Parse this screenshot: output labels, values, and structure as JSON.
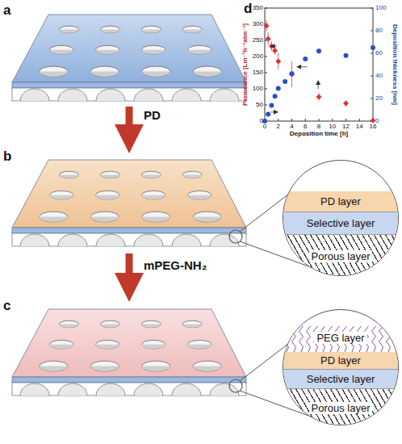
{
  "diagram": {
    "nodes": [
      {
        "text": [
          "PD layer"
        ]
      },
      {
        "text": [
          "Selective layer"
        ]
      },
      {
        "text": [
          "Porous layer"
        ]
      },
      {
        "text": [
          "PEG layer"
        ]
      },
      {
        "text": [
          "PD layer"
        ]
      },
      {
        "text": [
          "Selective layer"
        ]
      },
      {
        "text": [
          "Porous layer"
        ]
      }
    ],
    "labels": [
      "a",
      "d",
      "0",
      "50",
      "100",
      "150",
      "200",
      "250",
      "300",
      "350",
      "0",
      "20",
      "40",
      "60",
      "80",
      "100",
      "0",
      "2",
      "4",
      "6",
      "8",
      "10",
      "12",
      "14",
      "16",
      "Permeance [Lm⁻²h⁻¹atm⁻¹]",
      "Deposition thickness [nm]",
      "Deposition time [h]",
      "PD",
      "b",
      "mPEG-NH₂",
      "c"
    ]
  }
}
